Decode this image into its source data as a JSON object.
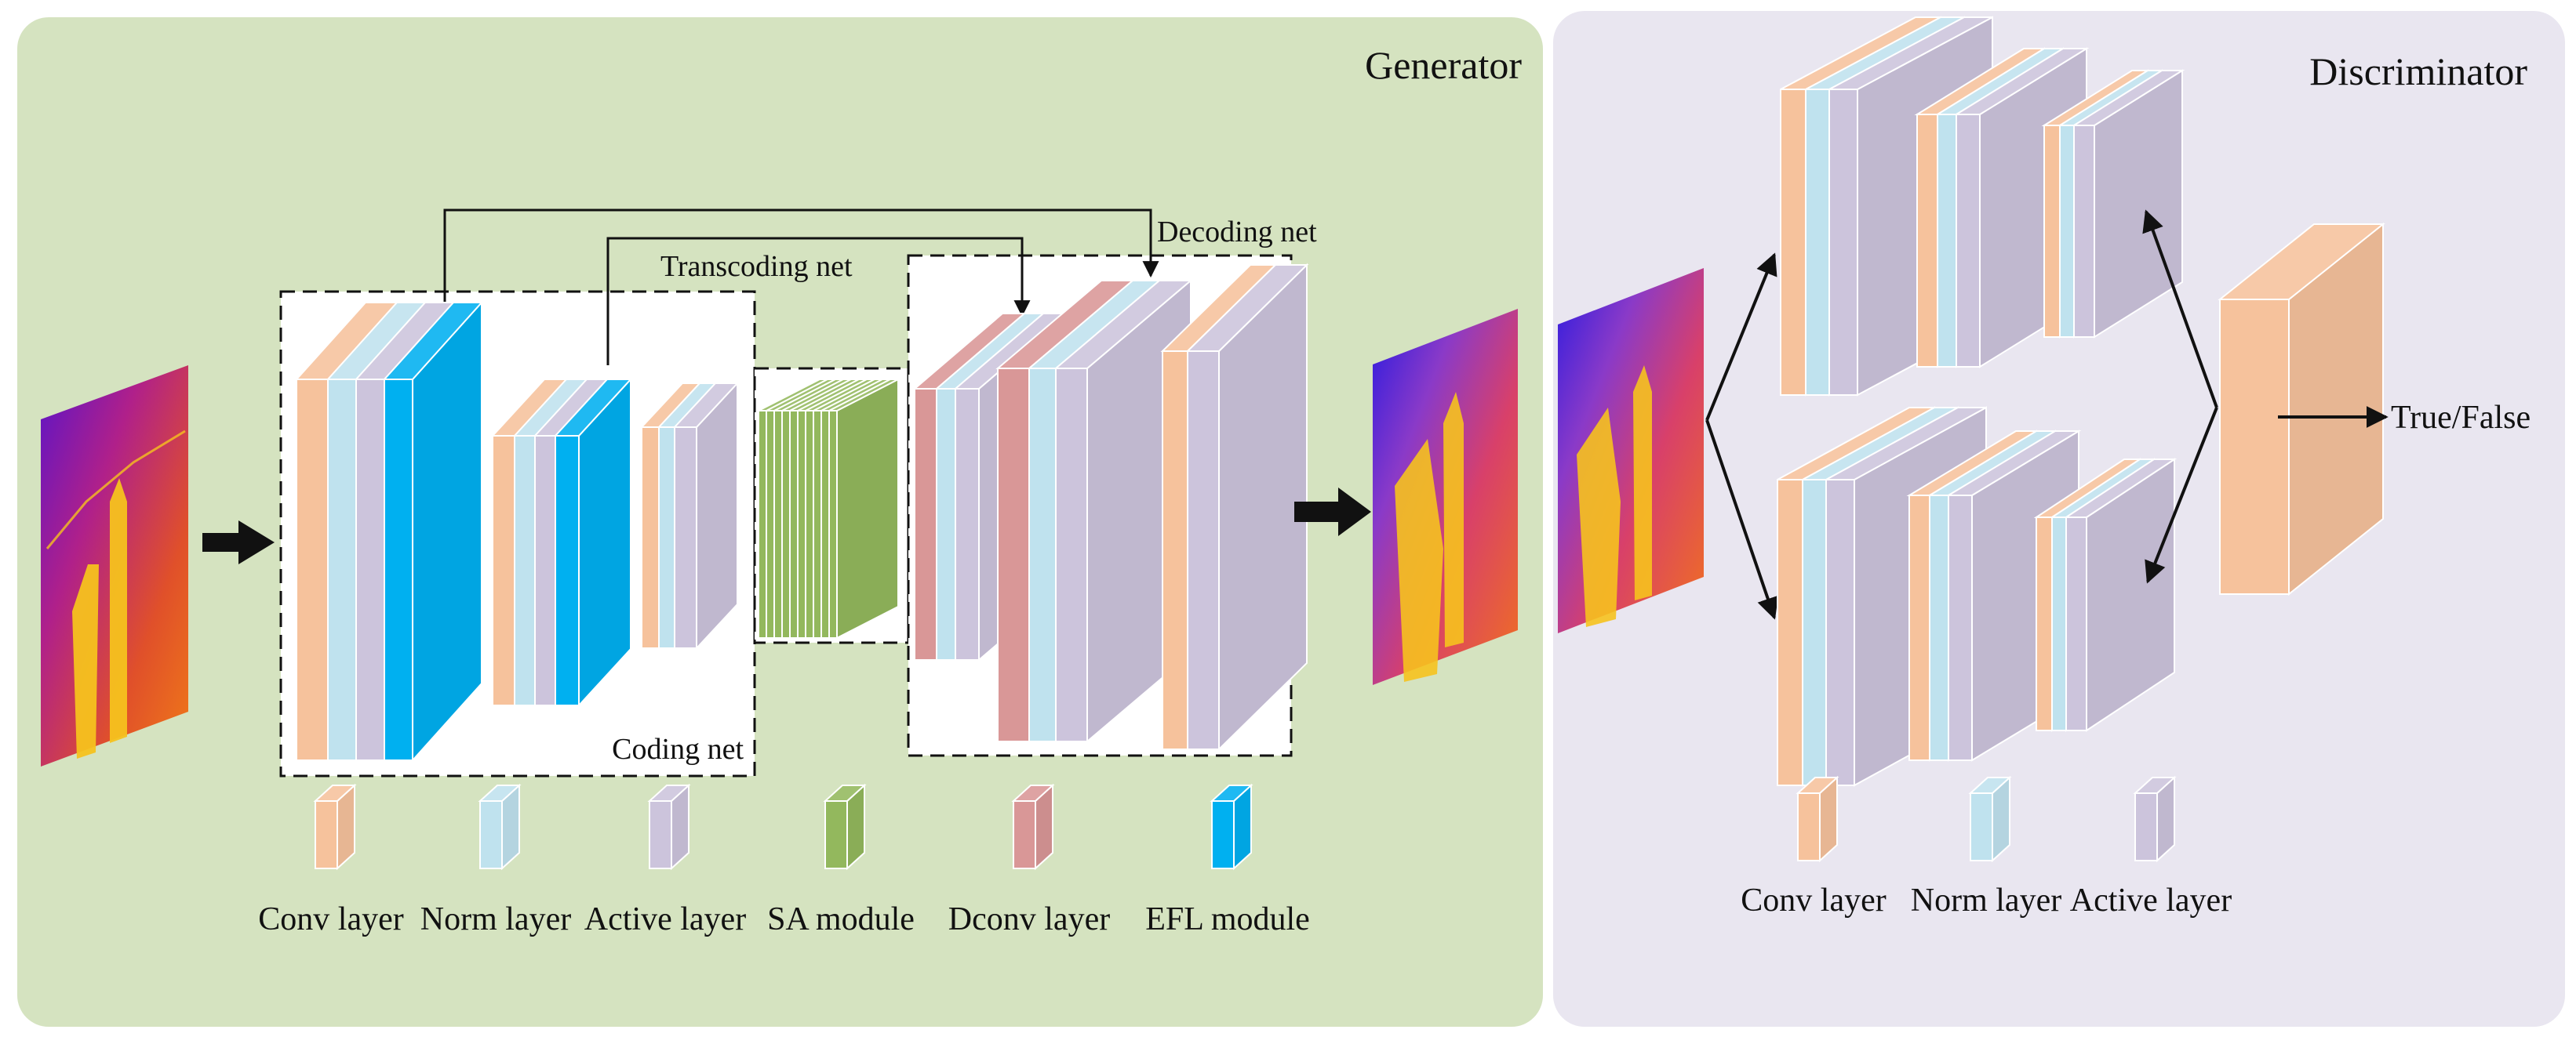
{
  "generator": {
    "title": "Generator",
    "coding_net_label": "Coding net",
    "transcoding_net_label": "Transcoding net",
    "decoding_net_label": "Decoding net",
    "legend": [
      {
        "key": "conv",
        "label": "Conv layer"
      },
      {
        "key": "norm",
        "label": "Norm layer"
      },
      {
        "key": "active",
        "label": "Active layer"
      },
      {
        "key": "sa",
        "label": "SA module"
      },
      {
        "key": "dconv",
        "label": "Dconv layer"
      },
      {
        "key": "efl",
        "label": "EFL module"
      }
    ]
  },
  "discriminator": {
    "title": "Discriminator",
    "output_label": "True/False",
    "legend": [
      {
        "key": "conv",
        "label": "Conv layer"
      },
      {
        "key": "norm",
        "label": "Norm layer"
      },
      {
        "key": "active",
        "label": "Active layer"
      }
    ]
  },
  "colors": {
    "generator_bg": "#d5e3c0",
    "discriminator_bg": "#e9e6f0",
    "conv": "#f6c29c",
    "norm": "#bfe2ee",
    "active": "#ccc4dc",
    "sa": "#93b85d",
    "dconv": "#d99797",
    "efl": "#00b0f0",
    "arrow": "#111111"
  }
}
